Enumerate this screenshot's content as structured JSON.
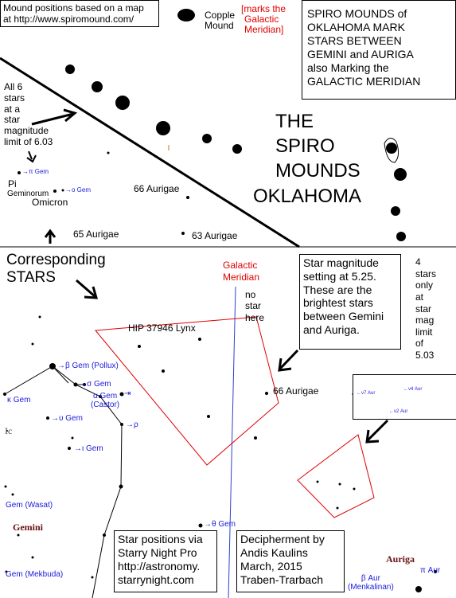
{
  "top_note": [
    "Mound positions based on a map",
    "at http://www.spiromound.com/"
  ],
  "copple": {
    "name": [
      "Copple",
      "Mound"
    ],
    "note": [
      "[marks the",
      "Galactic",
      "Meridian]"
    ]
  },
  "top_right_box": [
    "SPIRO MOUNDS of",
    "OKLAHOMA MARK",
    "STARS BETWEEN",
    "GEMINI and AURIGA",
    "also Marking the",
    "GALACTIC MERIDIAN"
  ],
  "title": [
    "THE",
    "SPIRO",
    "MOUNDS",
    "OKLAHOMA"
  ],
  "limit_note": [
    "All 6",
    "stars",
    "at a",
    "star",
    "magnitude",
    "limit of 6.03"
  ],
  "upper_stars": {
    "pi_gem": "→π Gem",
    "o_gem": "→o Gem",
    "pi_label": "Pi",
    "geminorum": "Geminorum",
    "omicron": "Omicron",
    "a66": "66 Aurigae",
    "a65": "65 Aurigae",
    "a63": "63 Aurigae"
  },
  "corresponding": [
    "Corresponding",
    "STARS"
  ],
  "galactic": {
    "label": [
      "Galactic",
      "Meridian"
    ],
    "no_star": [
      "no",
      "star",
      "here"
    ]
  },
  "mag_box": [
    "Star magnitude",
    "setting at 5.25.",
    "These are the",
    "brightest stars",
    "between Gemini",
    "and Auriga."
  ],
  "four_box": {
    "text": [
      "4",
      "stars",
      "only",
      "at",
      "star",
      "mag",
      "limit",
      "of",
      "5.03"
    ],
    "v7": "←ν7 Aur",
    "v4": "←ν4 Aur",
    "v2": "←ν2 Aur"
  },
  "lower_stars": {
    "hip": "HIP 37946 Lynx",
    "a66": "66 Aurigae",
    "beta_gem": "→β Gem (Pollux)",
    "sigma_gem": "→σ Gem",
    "kappa_gem": "κ Gem",
    "alpha_gem": "α Gem",
    "castor": "(Castor)",
    "upsilon_gem": "→υ Gem",
    "iota_gem": "→ι Gem",
    "rho": "→ρ",
    "ic": "Ic",
    "wasat": "Gem (Wasat)",
    "gemini": "Gemini",
    "mekbuda": "Gem (Mekbuda)",
    "theta_gem": "→θ Gem",
    "auriga": "Auriga",
    "pi_aur": "π Aur",
    "beta_aur": "β Aur",
    "menkalinan": "(Menkalinan)"
  },
  "credit_box": [
    "Star positions via",
    "Starry Night Pro",
    "http://astronomy.",
    "starrynight.com"
  ],
  "decipher_box": [
    "Decipherment by",
    "Andis Kaulins",
    "March, 2015",
    "Traben-Trarbach"
  ],
  "colors": {
    "red": "#e00000",
    "blue": "#1a1adb",
    "maroon": "#6a1010"
  }
}
